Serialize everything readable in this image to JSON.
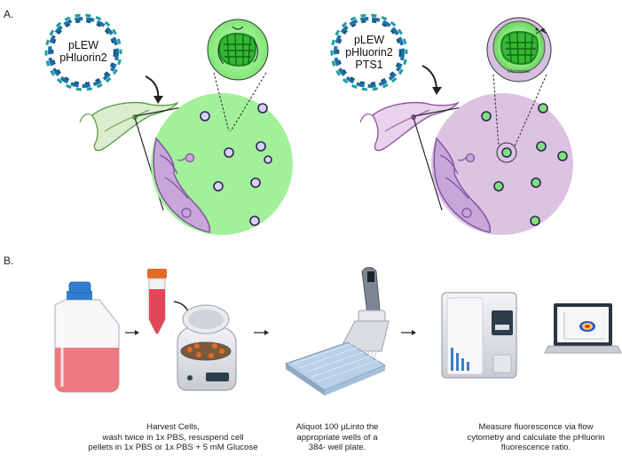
{
  "panels": {
    "a": {
      "label": "A.",
      "left_plasmid": {
        "lines": [
          "pLEW",
          "pHluorin2"
        ]
      },
      "right_plasmid": {
        "lines": [
          "pLEW",
          "pHluorin2",
          "PTS1"
        ]
      },
      "glycosome_label": "Glycosome",
      "colors": {
        "cytosol": "#a3f09a",
        "parasite_left": "#dbedcc",
        "parasite_right": "#e8d2ec",
        "right_cell": "#dcc3e2",
        "membrane": "#7b4f9b",
        "dna_blue": "#1f6fa8",
        "dna_teal": "#1a9ea0",
        "gfp": "#2fbb2f"
      }
    },
    "b": {
      "label": "B.",
      "captions": {
        "harvest": [
          "Harvest Cells,",
          "wash twice in 1x PBS, resuspend cell",
          "pellets in 1x PBS or 1x PBS + 5 mM Glucose"
        ],
        "aliquot": [
          "Aliquot 100 µLinto the",
          "appropriate wells of a",
          "384- well plate."
        ],
        "measure": [
          "Measure fluorescence via flow",
          "cytometry and calculate the pHluorin",
          "fluorescence ratio."
        ]
      },
      "colors": {
        "flask_media": "#ec7a80",
        "flask_cap": "#2f7fd0",
        "tube_cap": "#e46a28",
        "tube_media": "#e24758",
        "plate": "#b9d0e8"
      }
    }
  }
}
